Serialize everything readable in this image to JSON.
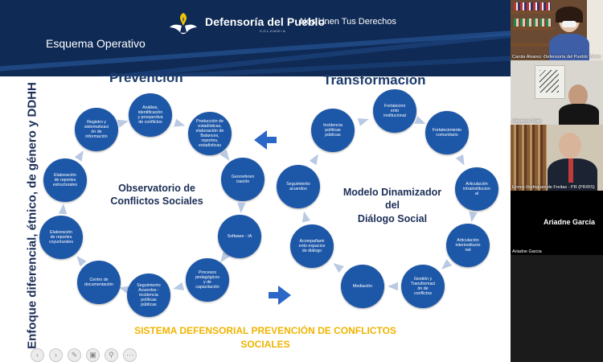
{
  "header": {
    "brand_name": "Defensoría del Pueblo",
    "brand_country": "COLOMBIA",
    "slogan": "Nos Unen Tus Derechos",
    "section_title": "Esquema Operativo"
  },
  "vertical_title": "Enfoque diferencial, étnico, de género y DDHH",
  "prevention": {
    "title": "Prevención",
    "center_label": [
      "Observatorio de",
      "Conflictos Sociales"
    ],
    "nodes": [
      [
        "Análisis,",
        "identificación",
        "y prospectiva",
        "de conflictos"
      ],
      [
        "Producción de",
        "estadísticas,",
        "elaboración de",
        "Balances,",
        "reportes,",
        "estadísticas"
      ],
      [
        "Georreferen",
        "ciación"
      ],
      [
        "Software - IA"
      ],
      [
        "Procesos",
        "pedagógicos",
        "y de",
        "capacitación"
      ],
      [
        "Seguimiento",
        "Acuerdos -",
        "incidencia",
        "políticas",
        "públicas"
      ],
      [
        "Centro de",
        "documentación"
      ],
      [
        "Elaboración",
        "de reportes",
        "coyunturales"
      ],
      [
        "Elaboración",
        "de reportes",
        "estructurales"
      ],
      [
        "Registro y",
        "sistematizaci",
        "ón de",
        "información"
      ]
    ]
  },
  "transformation": {
    "title": "Transformación",
    "center_label": [
      "Modelo Dinamizador",
      "del",
      "Diálogo Social"
    ],
    "nodes": [
      [
        "Fortalecimi",
        "ento",
        "institucional"
      ],
      [
        "Fortalecimiento",
        "comunitario"
      ],
      [
        "Articulación",
        "intrainstitucion",
        "al"
      ],
      [
        "Articulación",
        "interinstitucio",
        "nal"
      ],
      [
        "Gestión y",
        "Transformaci",
        "ón de",
        "conflictos"
      ],
      [
        "Mediación"
      ],
      [
        "Acompañami",
        "ento espacios",
        "de diálogo"
      ],
      [
        "Seguimiento",
        "acuerdos"
      ],
      [
        "Incidencia",
        "políticas",
        "públicas"
      ]
    ]
  },
  "footer_title": [
    "SISTEMA DEFENSORIAL PREVENCIÓN DE CONFLICTOS",
    "SOCIALES"
  ],
  "toolbar_icons": [
    "back-icon",
    "forward-icon",
    "pen-icon",
    "slides-icon",
    "zoom-icon",
    "more-icon"
  ],
  "participants": [
    {
      "name": "Carola Álvarez -Defensoría del Pueblo Venez",
      "bg": "#6a4a33"
    },
    {
      "name": "Alejandro Nató",
      "bg": "#d9d6cf"
    },
    {
      "name": "Enrico Rodrigues de Freitas - PR (PR/RS)",
      "bg": "#cfc6b3"
    },
    {
      "name": "Ariadne Garcia",
      "display": "Ariadne García",
      "bg": "#000000"
    }
  ],
  "colors": {
    "node": "#1d57a8",
    "arrow": "#b9c9e3",
    "accent_arrow": "#2a67c6",
    "footer": "#f0b400",
    "header": "#0f2a55"
  }
}
